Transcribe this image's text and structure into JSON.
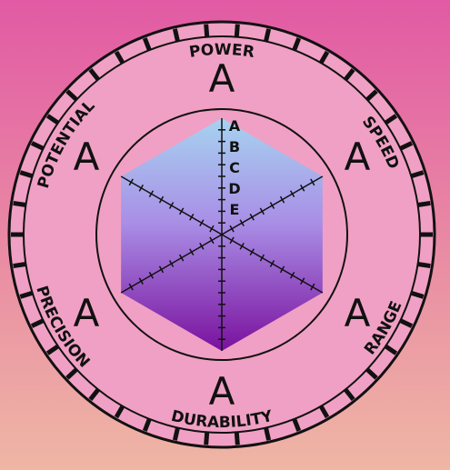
{
  "colors": {
    "bg_top": "#e25aa4",
    "bg_bottom": "#efb6a4",
    "dial_fill": "#f0a0c4",
    "line": "#111111",
    "hex_top": "#a6d3f0",
    "hex_mid": "#a98ee6",
    "hex_bottom": "#7a119e"
  },
  "chart_data": {
    "type": "radar",
    "scale_levels": [
      "A",
      "B",
      "C",
      "D",
      "E"
    ],
    "axes": [
      {
        "label": "POWER",
        "grade": "A",
        "value": 5
      },
      {
        "label": "SPEED",
        "grade": "A",
        "value": 5
      },
      {
        "label": "RANGE",
        "grade": "A",
        "value": 5
      },
      {
        "label": "DURABILITY",
        "grade": "A",
        "value": 5
      },
      {
        "label": "PRECISION",
        "grade": "A",
        "value": 5
      },
      {
        "label": "POTENTIAL",
        "grade": "A",
        "value": 5
      }
    ],
    "max_value": 5
  }
}
